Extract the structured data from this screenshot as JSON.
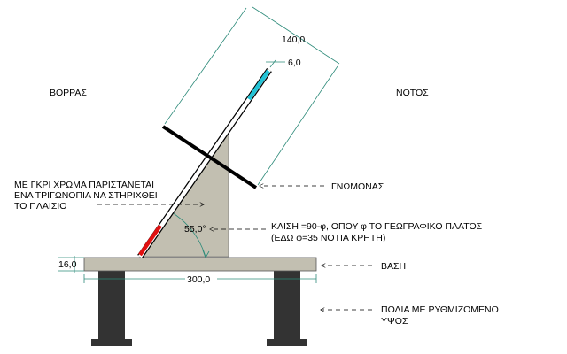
{
  "labels": {
    "north": "ΒΟΡΡΑΣ",
    "south": "ΝΟΤΟΣ",
    "gray_note_1": "ΜΕ ΓΚΡΙ ΧΡΩΜΑ ΠΑΡΙΣΤΑΝΕΤΑΙ",
    "gray_note_2": "ΕΝΑ ΤΡΙΓΩΝΟΠΙΑ ΝΑ ΣΤΗΡΙΧΘΕΙ",
    "gray_note_3": "ΤΟ ΠΛΑΙΣΙΟ",
    "gnomon": "ΓΝΩΜΟΝΑΣ",
    "tilt_1": "ΚΛΙΣΗ =90-φ, ΟΠΟΥ φ ΤΟ ΓΕΩΓΡΑΦΙΚΟ ΠΛΑΤΟΣ",
    "tilt_2": "(ΕΔΩ φ=35 ΝΟΤΙΑ ΚΡΗΤΗ)",
    "base": "ΒΑΣΗ",
    "legs_1": "ΠΟΔΙΑ ΜΕ ΡΥΘΜΙΖΟΜΕΝΟ",
    "legs_2": "ΥΨΟΣ"
  },
  "dimensions": {
    "length": "140,0",
    "width": "6,0",
    "angle": "55,0°",
    "base_thickness": "16,0",
    "base_length": "300,0"
  },
  "colors": {
    "support": "#c2bfb1",
    "base": "#c2bfb1",
    "legs": "#333333",
    "dimension": "#2e8b7a",
    "red_end": "#e01010",
    "cyan_end": "#22c3d6"
  }
}
